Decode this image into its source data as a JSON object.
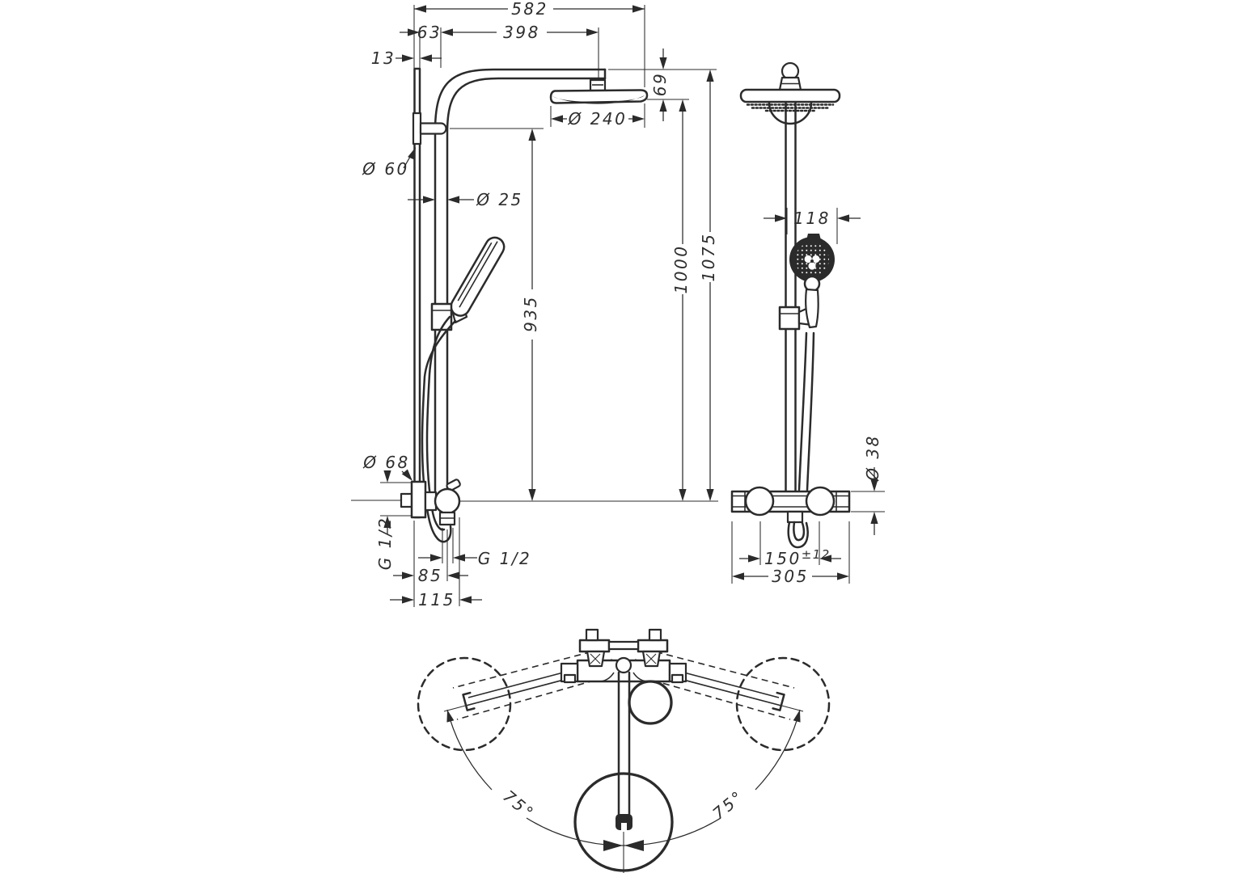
{
  "drawing": {
    "background_color": "#ffffff",
    "line_color": "#2b2b2b",
    "side_view": {
      "dims": {
        "arm_reach": "582",
        "wall_to_riser": "63",
        "riser_to_head": "398",
        "wall_plate_depth": "13",
        "head_diameter": "Ø 240",
        "head_drop": "69",
        "top_escutcheon": "Ø 60",
        "riser_diameter": "Ø 25",
        "riser_height": "935",
        "sprayface_height": "1000",
        "total_height": "1075",
        "valve_escutcheon": "Ø 68",
        "inlet_thread": "G 1/2",
        "outlet_thread": "G 1/2",
        "wall_to_outlet": "85",
        "wall_to_front": "115"
      }
    },
    "front_view": {
      "dims": {
        "handshower_diameter": "118",
        "valve_body_diameter": "Ø 38",
        "supply_spacing": "150",
        "supply_tolerance": "±12",
        "valve_width": "305"
      }
    },
    "top_view": {
      "dims": {
        "swivel_left": "75°",
        "swivel_right": "75°"
      }
    }
  }
}
